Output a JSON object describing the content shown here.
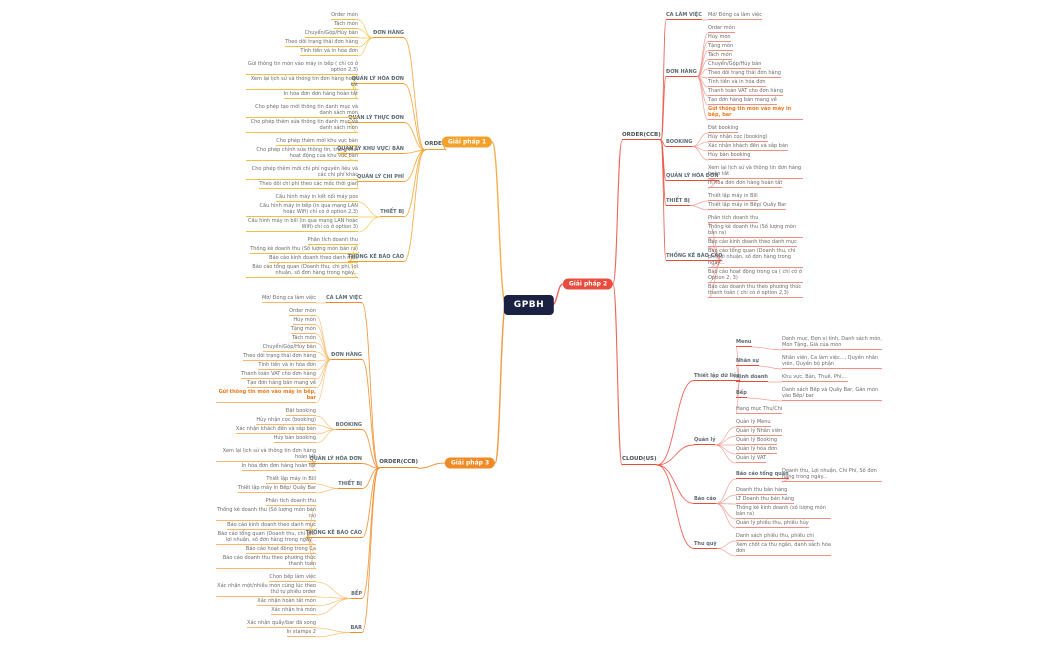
{
  "center": {
    "label": "GPBH"
  },
  "colors": {
    "center_bg": "#1b2142",
    "center_text": "#ffffff",
    "leaf_text": "#6a6a6a",
    "category_text": "#5b6a73",
    "highlight": "#e8791e"
  },
  "branches": [
    {
      "id": "gp1",
      "label": "Giải pháp 1",
      "color": "#f5a02a",
      "link_color": "#f0c040",
      "children": [
        {
          "label": "ORDER",
          "children": [
            {
              "label": "ĐƠN HÀNG",
              "children": [
                {
                  "label": "Order món"
                },
                {
                  "label": "Tách món"
                },
                {
                  "label": "Chuyển/Gộp/Hủy bàn"
                },
                {
                  "label": "Theo dõi trạng thái đơn hàng"
                },
                {
                  "label": "Tính tiền và in hóa đơn"
                }
              ]
            },
            {
              "label": "QUẢN LÝ HÓA ĐƠN",
              "children": [
                {
                  "label": "Gửi thông tin món vào máy in bếp ( chỉ có ở option 2,3)"
                },
                {
                  "label": "Xem lại lịch sử và thông tin đơn hàng hoàn tất"
                },
                {
                  "label": "In hóa đơn đơn hàng hoàn tất"
                }
              ]
            },
            {
              "label": "QUẢN LÝ THỰC ĐƠN",
              "children": [
                {
                  "label": "Cho phép tạo mới thông tin danh mục và danh sách món"
                },
                {
                  "label": "Cho phép thêm sửa thông tin danh mục và danh sách món"
                }
              ]
            },
            {
              "label": "QUẢN LÝ KHU VỰC/ BÀN",
              "children": [
                {
                  "label": "Cho phép thêm mới khu vực bàn"
                },
                {
                  "label": "Cho phép chỉnh sửa thông tin, trạng thái hoạt động của khu vực bàn"
                }
              ]
            },
            {
              "label": "QUẢN LÝ CHI PHÍ",
              "children": [
                {
                  "label": "Cho phép thêm mới chi phí nguyên liệu và các chi phí khác"
                },
                {
                  "label": "Theo dõi chi phí theo các mốc thời gian"
                }
              ]
            },
            {
              "label": "THIẾT BỊ",
              "children": [
                {
                  "label": "Cấu hình máy in kết nối máy pos"
                },
                {
                  "label": "Cấu hình máy in bếp (in qua mạng LAN hoặc Wifi) chỉ có ở option 2,3)"
                },
                {
                  "label": "Cấu hình máy in bill (in qua mạng LAN hoặc Wifi) chỉ có ở option 3)"
                }
              ]
            },
            {
              "label": "THỐNG KÊ BÁO CÁO",
              "children": [
                {
                  "label": "Phân tích doanh thu"
                },
                {
                  "label": "Thống kê doanh thu (Số lượng món bán ra)"
                },
                {
                  "label": "Báo cáo kinh doanh theo danh mục"
                },
                {
                  "label": "Báo cáo tổng quan (Doanh thu, chi phí, lợi nhuận, số đơn hàng trong ngày..."
                }
              ]
            }
          ]
        }
      ]
    },
    {
      "id": "gp2",
      "label": "Giải pháp 2",
      "color": "#e84c3d",
      "link_color": "#ef8f85",
      "children": [
        {
          "label": "ORDER(CCB)",
          "children": [
            {
              "label": "CA LÀM VIỆC",
              "children": [
                {
                  "label": "Mở/ Đóng ca làm việc"
                }
              ]
            },
            {
              "label": "ĐƠN HÀNG",
              "children": [
                {
                  "label": "Order món"
                },
                {
                  "label": "Hủy món"
                },
                {
                  "label": "Tặng món"
                },
                {
                  "label": "Tách món"
                },
                {
                  "label": "Chuyển/Gộp/Hủy bàn"
                },
                {
                  "label": "Theo dõi trạng thái đơn hàng"
                },
                {
                  "label": "Tính tiền và in hóa đơn"
                },
                {
                  "label": "Thanh toán VAT cho đơn hàng"
                },
                {
                  "label": "Tạo đơn hàng bán mang về"
                },
                {
                  "label": "Gửi thông tin món vào máy in bếp, bar",
                  "highlight": true
                }
              ]
            },
            {
              "label": "BOOKING",
              "children": [
                {
                  "label": "Đặt booking"
                },
                {
                  "label": "Hủy nhận cọc (booking)"
                },
                {
                  "label": "Xác nhận khách đến và sắp bàn"
                },
                {
                  "label": "Hủy bàn booking"
                }
              ]
            },
            {
              "label": "QUẢN LÝ HÓA ĐƠN",
              "children": [
                {
                  "label": "Xem lại lịch sử và thông tin đơn hàng hoàn tất"
                },
                {
                  "label": "In hóa đơn đơn hàng hoàn tất"
                }
              ]
            },
            {
              "label": "THIẾT BỊ",
              "children": [
                {
                  "label": "Thiết lập máy in Bill"
                },
                {
                  "label": "Thiết lập máy in Bếp/ Quầy Bar"
                }
              ]
            },
            {
              "label": "THỐNG KÊ BÁO CÁO",
              "children": [
                {
                  "label": "Phân tích doanh thu"
                },
                {
                  "label": "Thống kê doanh thu (Số lượng món bán ra)"
                },
                {
                  "label": "Báo cáo kinh doanh theo danh mục"
                },
                {
                  "label": "Báo cáo tổng quan (Doanh thu, chi phí, lợi nhuận, số đơn hàng trong ngày..."
                },
                {
                  "label": "Báo cáo hoạt động trong ca ( chỉ có ở Option 2, 3)"
                },
                {
                  "label": "Báo cáo doanh thu theo phương thức thanh toán ( chỉ có ở option 2,3)"
                }
              ]
            }
          ]
        },
        {
          "label": "CLOUD(US)",
          "children": [
            {
              "label": "Thiết lập dữ liệu",
              "children": [
                {
                  "label": "Menu",
                  "children": [
                    {
                      "label": "Danh mục, Đơn vị tính, Danh sách món, Món Tặng, Giá của món"
                    }
                  ]
                },
                {
                  "label": "Nhân sự",
                  "children": [
                    {
                      "label": "Nhân viên, Ca làm việc..., Quyền nhân viên, Quyền bộ phận"
                    }
                  ]
                },
                {
                  "label": "Kinh doanh",
                  "children": [
                    {
                      "label": "Khu vực, Bàn, Thuế, Phí,..."
                    }
                  ]
                },
                {
                  "label": "Bếp",
                  "children": [
                    {
                      "label": "Danh sách Bếp và Quầy Bar, Gán món vào Bếp/ bar"
                    }
                  ]
                },
                {
                  "label": "Hạng mục Thu/Chi"
                }
              ]
            },
            {
              "label": "Quản lý",
              "children": [
                {
                  "label": "Quản lý Menu"
                },
                {
                  "label": "Quản lý Nhân viên"
                },
                {
                  "label": "Quản lý Booking"
                },
                {
                  "label": "Quản lý hóa đơn"
                },
                {
                  "label": "Quản lý VAT"
                }
              ]
            },
            {
              "label": "Báo cáo",
              "children": [
                {
                  "label": "Báo cáo tổng quan",
                  "children": [
                    {
                      "label": "Doanh thu, Lợi nhuận, Chi Phí, Số đơn hàng trong ngày..."
                    }
                  ]
                },
                {
                  "label": "Doanh thu bán hàng"
                },
                {
                  "label": "LT Doanh thu bán hàng"
                },
                {
                  "label": "Thống kê kinh doanh (số lượng món bán ra)"
                },
                {
                  "label": "Quản lý phiếu thu, phiếu hủy"
                }
              ]
            },
            {
              "label": "Thu quỹ",
              "children": [
                {
                  "label": "Danh sách phiếu thu, phiếu chi"
                },
                {
                  "label": "Xem chốt ca thu ngân, danh sách hóa đơn"
                }
              ]
            }
          ]
        }
      ]
    },
    {
      "id": "gp3",
      "label": "Giải pháp 3",
      "color": "#f08a24",
      "link_color": "#f6b969",
      "children": [
        {
          "label": "ORDER(CCB)",
          "children": [
            {
              "label": "CA LÀM VIỆC",
              "children": [
                {
                  "label": "Mở/ Đóng ca làm việc"
                }
              ]
            },
            {
              "label": "ĐƠN HÀNG",
              "children": [
                {
                  "label": "Order món"
                },
                {
                  "label": "Hủy món"
                },
                {
                  "label": "Tặng món"
                },
                {
                  "label": "Tách món"
                },
                {
                  "label": "Chuyển/Gộp/Hủy bàn"
                },
                {
                  "label": "Theo dõi trạng thái đơn hàng"
                },
                {
                  "label": "Tính tiền và in hóa đơn"
                },
                {
                  "label": "Thanh toán VAT cho đơn hàng"
                },
                {
                  "label": "Tạo đơn hàng bán mang về"
                },
                {
                  "label": "Gửi thông tin món vào máy in bếp, bar",
                  "highlight": true
                }
              ]
            },
            {
              "label": "BOOKING",
              "children": [
                {
                  "label": "Đặt booking"
                },
                {
                  "label": "Hủy nhận cọc (booking)"
                },
                {
                  "label": "Xác nhận khách đến và sắp bàn"
                },
                {
                  "label": "Hủy bàn booking"
                }
              ]
            },
            {
              "label": "QUẢN LÝ HÓA ĐƠN",
              "children": [
                {
                  "label": "Xem lại lịch sử và thông tin đơn hàng hoàn tất"
                },
                {
                  "label": "In hóa đơn đơn hàng hoàn tất"
                }
              ]
            },
            {
              "label": "THIẾT BỊ",
              "children": [
                {
                  "label": "Thiết lập máy in Bill"
                },
                {
                  "label": "Thiết lập máy in Bếp/ Quầy Bar"
                }
              ]
            },
            {
              "label": "THỐNG KÊ BÁO CÁO",
              "children": [
                {
                  "label": "Phân tích doanh thu"
                },
                {
                  "label": "Thống kê doanh thu (Số lượng món bán ra)"
                },
                {
                  "label": "Báo cáo kinh doanh theo danh mục"
                },
                {
                  "label": "Báo cáo tổng quan (Doanh thu, chi phí, lợi nhuận, số đơn hàng trong ngày..."
                },
                {
                  "label": "Báo cáo hoạt động trong Ca"
                },
                {
                  "label": "Báo cáo doanh thu theo phương thức thanh toán"
                }
              ]
            },
            {
              "label": "BẾP",
              "children": [
                {
                  "label": "Chọn bếp làm việc"
                },
                {
                  "label": "Xác nhận một/nhiều món cùng lúc theo thứ tự phiếu order"
                },
                {
                  "label": "Xác nhận hoàn tất món"
                },
                {
                  "label": "Xác nhận trả món"
                }
              ]
            },
            {
              "label": "BAR",
              "children": [
                {
                  "label": "Xác nhận quầy/bar đã xong"
                },
                {
                  "label": "In stamps 2"
                }
              ]
            }
          ]
        }
      ]
    }
  ]
}
